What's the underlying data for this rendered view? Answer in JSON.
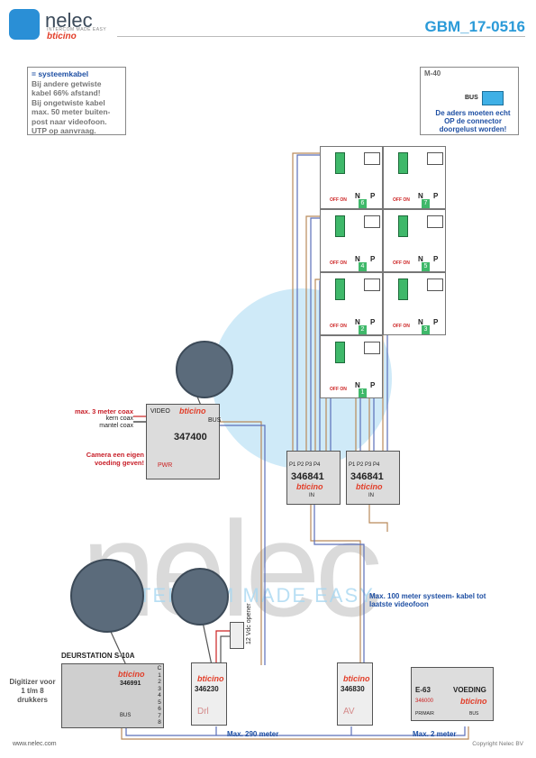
{
  "header": {
    "brand": "nelec",
    "brand_tagline": "INTERCOM MADE EASY",
    "brand_sub": "bticino",
    "doc_id": "GBM_17-0516"
  },
  "note": {
    "title": "= systeemkabel",
    "lines": [
      "Bij andere getwiste",
      "kabel 66% afstand!",
      "Bij ongetwiste kabel",
      "max. 50 meter buiten-",
      "post naar videofoon.",
      "UTP op aanvraag."
    ]
  },
  "m40": {
    "label": "M-40",
    "bus": "BUS",
    "message": "De aders moeten echt OP de connector doorgelust worden!"
  },
  "monitors": {
    "np_n": "N",
    "np_p": "P",
    "offon": "OFF ON",
    "numbers": [
      "6",
      "7",
      "4",
      "5",
      "2",
      "3",
      "1"
    ]
  },
  "camera_module": {
    "label_coax": "max. 3 meter coax",
    "kern": "kern coax",
    "mantel": "mantel coax",
    "warning": "Camera een eigen voeding geven!",
    "number": "347400",
    "brand": "bticino",
    "video": "VIDEO",
    "bus": "BUS",
    "pwr": "PWR"
  },
  "distributors": [
    {
      "number": "346841",
      "brand": "bticino",
      "ports": "P1 P2 P3 P4",
      "in": "IN"
    },
    {
      "number": "346841",
      "brand": "bticino",
      "ports": "P1 P2 P3 P4",
      "in": "IN"
    }
  ],
  "doorstation": {
    "title": "DEURSTATION S-10A",
    "brand": "bticino",
    "number": "346991",
    "bus": "BUS",
    "digitizer": "Digitizer voor 1 t/m 8 drukkers",
    "terminals": [
      "C",
      "1",
      "2",
      "3",
      "4",
      "5",
      "6",
      "7",
      "8"
    ]
  },
  "module_346230": {
    "number": "346230",
    "brand": "bticino",
    "label": "Drl"
  },
  "module_346830": {
    "number": "346830",
    "brand": "bticino",
    "label": "AV"
  },
  "power": {
    "label": "E-63",
    "voeding": "VOEDING",
    "number": "346000",
    "brand": "bticino",
    "prim": "PRIMAIR",
    "bus": "BUS"
  },
  "opener": "12 Vdc opener",
  "cables": {
    "max100": "Max. 100 meter systeem- kabel tot laatste videofoon",
    "max290": "Max. 290 meter",
    "max2": "Max. 2 meter"
  },
  "footer": {
    "left": "www.nelec.com",
    "right": "Copyright Nelec BV"
  },
  "colors": {
    "blue": "#2a9ad8",
    "red": "#c8202a",
    "green": "#3fb86a",
    "navy": "#1e4fa3"
  }
}
